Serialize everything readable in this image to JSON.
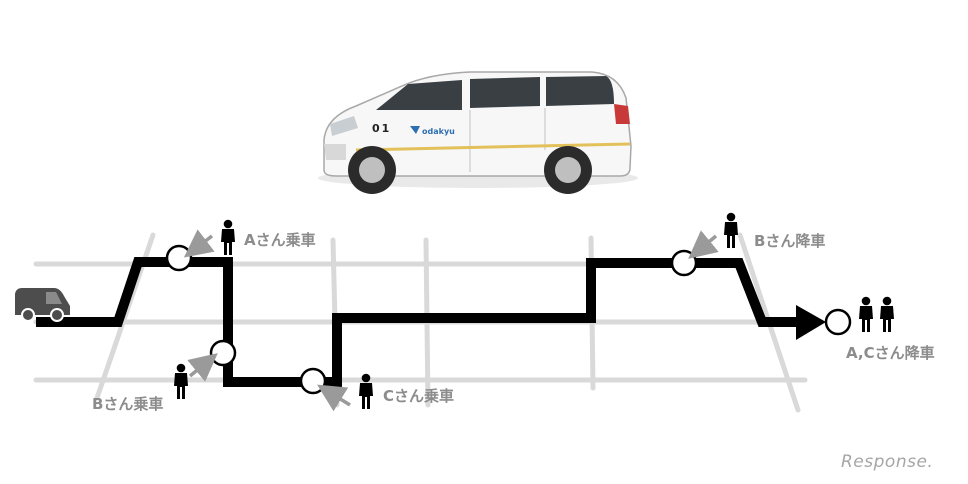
{
  "vehicle": {
    "number": "01",
    "brand": "odakyu"
  },
  "labels": {
    "a_board": "Aさん乗車",
    "b_board": "Bさん乗車",
    "c_board": "Cさん乗車",
    "b_alight": "Bさん降車",
    "ac_alight": "A,Cさん降車"
  },
  "watermark": {
    "brand": "Response."
  },
  "colors": {
    "route": "#000000",
    "road": "#d9d9d9",
    "label": "#8c8c8c",
    "pointer_arrow": "#9a9a9a",
    "van_stripe": "#e3c15a",
    "brand_blue": "#2f6fb0"
  }
}
